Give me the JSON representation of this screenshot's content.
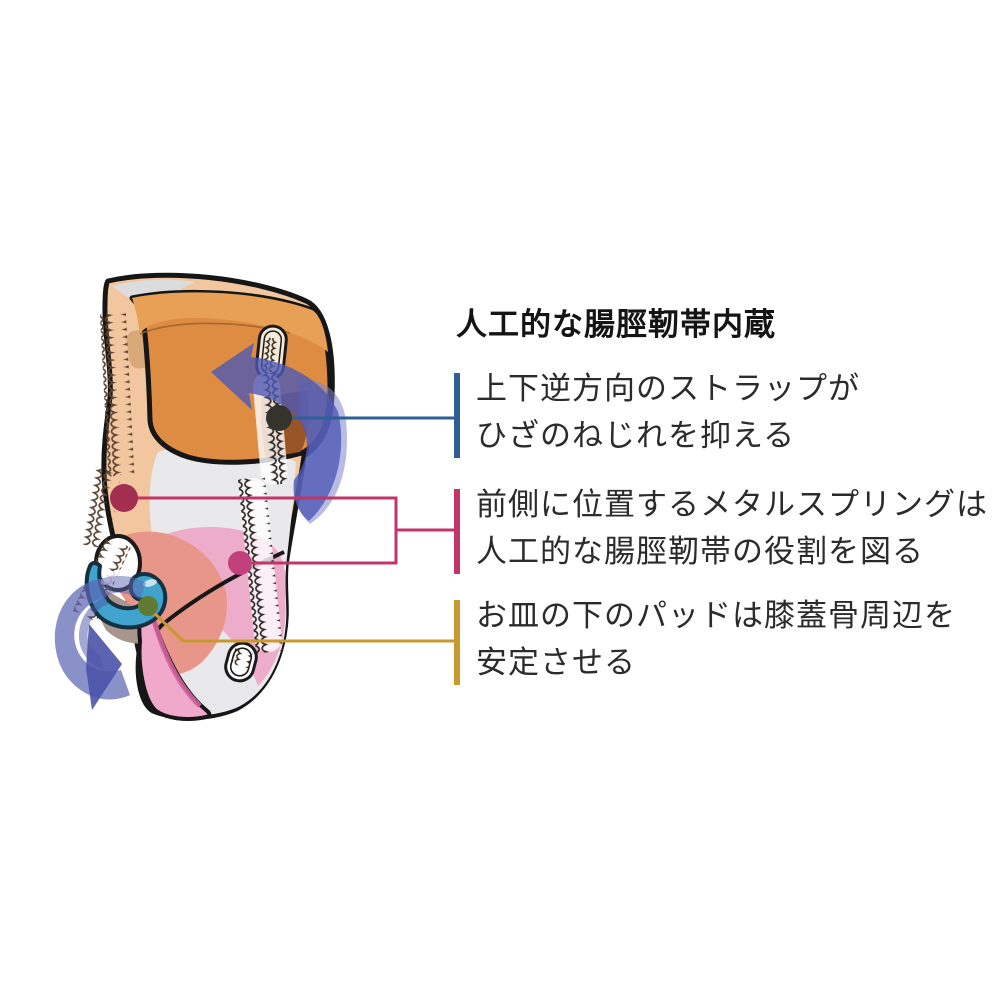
{
  "title": "人工的な腸脛靭帯内蔵",
  "annotations": [
    {
      "id": "strap",
      "accent_color": "#2e6097",
      "lines": [
        "上下逆方向のストラップが",
        "ひざのねじれを抑える"
      ]
    },
    {
      "id": "spring",
      "accent_color": "#c23568",
      "lines": [
        "前側に位置するメタルスプリングは",
        "人工的な腸脛靭帯の役割を図る"
      ]
    },
    {
      "id": "pad",
      "accent_color": "#c8992f",
      "lines": [
        "お皿の下のパッドは膝蓋骨周辺を",
        "安定させる"
      ]
    }
  ],
  "colors": {
    "leader_blue": "#2e6097",
    "leader_crimson": "#c23568",
    "leader_gold": "#c8992f",
    "dot_dark": "#35342c",
    "dot_maroon": "#a22e50",
    "dot_pink": "#c2417c",
    "dot_green": "#5f7a33",
    "skin": "#f2c7a0",
    "cuff_orange": "#de8c42",
    "fabric_gray": "#e9e8ea",
    "knee_band_pink": "#eeaccb",
    "patella_salmon": "#e9968a",
    "pad_blue": "#3fa3cd",
    "arrow_blue": "#4f59b4",
    "text": "#2b2b2b"
  }
}
